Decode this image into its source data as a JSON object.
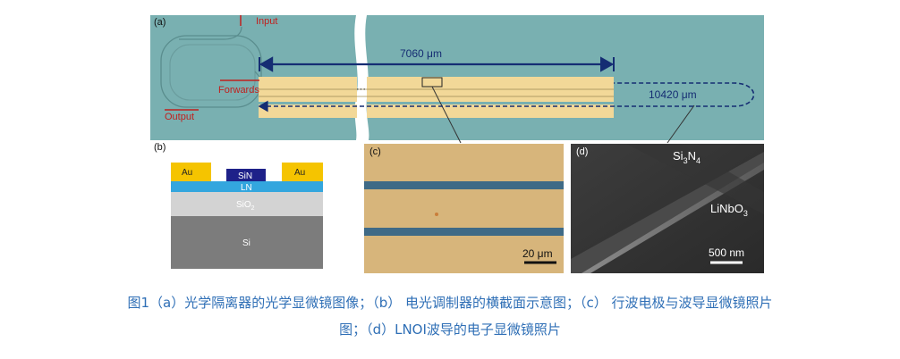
{
  "figure": {
    "panel_a": {
      "label": "(a)",
      "input_label": "Input",
      "forwards_label": "Forwards",
      "output_label": "Output",
      "length_label": "7060 μm",
      "loop_label": "10420 μm"
    },
    "panel_b": {
      "label": "(b)",
      "au_left": "Au",
      "au_right": "Au",
      "sin": "SiN",
      "ln": "LN",
      "sio2": "SiO",
      "sio2_sub": "2",
      "si": "Si"
    },
    "panel_c": {
      "label": "(c)",
      "scale": "20 μm"
    },
    "panel_d": {
      "label": "(d)",
      "si3n4": "Si",
      "si3n4_sub1": "3",
      "si3n4_mid": "N",
      "si3n4_sub2": "4",
      "linbo3": "LiNbO",
      "linbo3_sub": "3",
      "scale": "500 nm"
    },
    "colors": {
      "substrate": "#79b0b1",
      "electrode": "#f2d898",
      "waveguide_blue": "#3f6a86",
      "arrow_navy": "#152d73",
      "label_red": "#c0201e",
      "caption_blue": "#2f6fb6"
    }
  },
  "caption": {
    "line1": "图1（a）光学隔离器的光学显微镜图像；（b） 电光调制器的横截面示意图；（c） 行波电极与波导显微镜照片",
    "line2": "图；（d）LNOI波导的电子显微镜照片"
  }
}
